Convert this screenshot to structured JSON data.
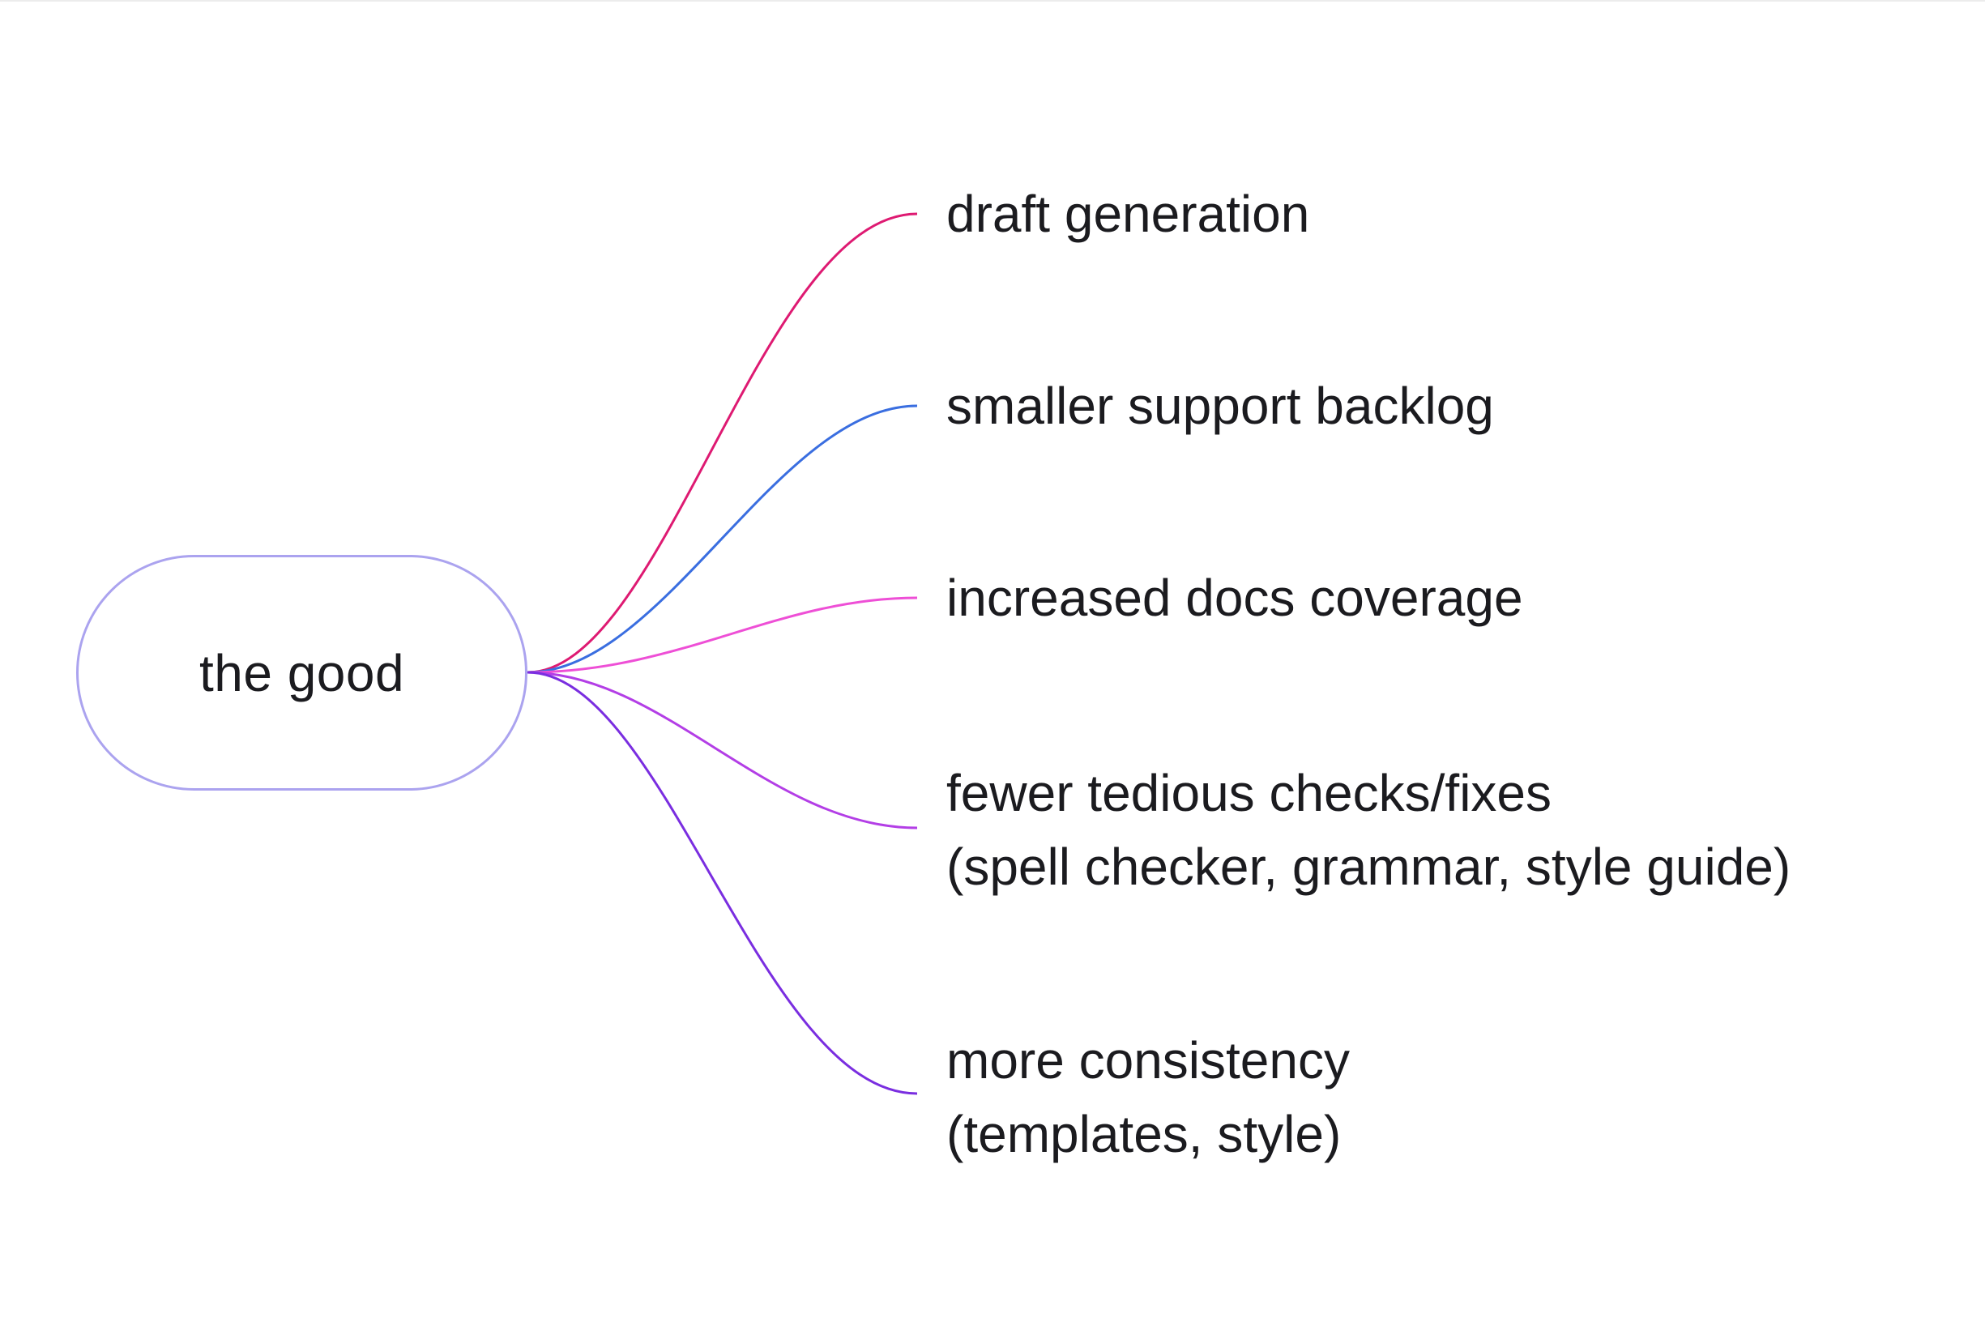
{
  "root": {
    "label": "the good",
    "border_color": "#aba3ef"
  },
  "branches": [
    {
      "lines": [
        "draft generation"
      ],
      "color": "#de1a72"
    },
    {
      "lines": [
        "smaller support backlog"
      ],
      "color": "#3a6ee0"
    },
    {
      "lines": [
        "increased docs coverage"
      ],
      "color": "#ee4fd6"
    },
    {
      "lines": [
        "fewer tedious checks/fixes",
        "(spell checker, grammar, style guide)"
      ],
      "color": "#b33ee6"
    },
    {
      "lines": [
        "more consistency",
        "(templates, style)"
      ],
      "color": "#7a2ee0"
    }
  ]
}
